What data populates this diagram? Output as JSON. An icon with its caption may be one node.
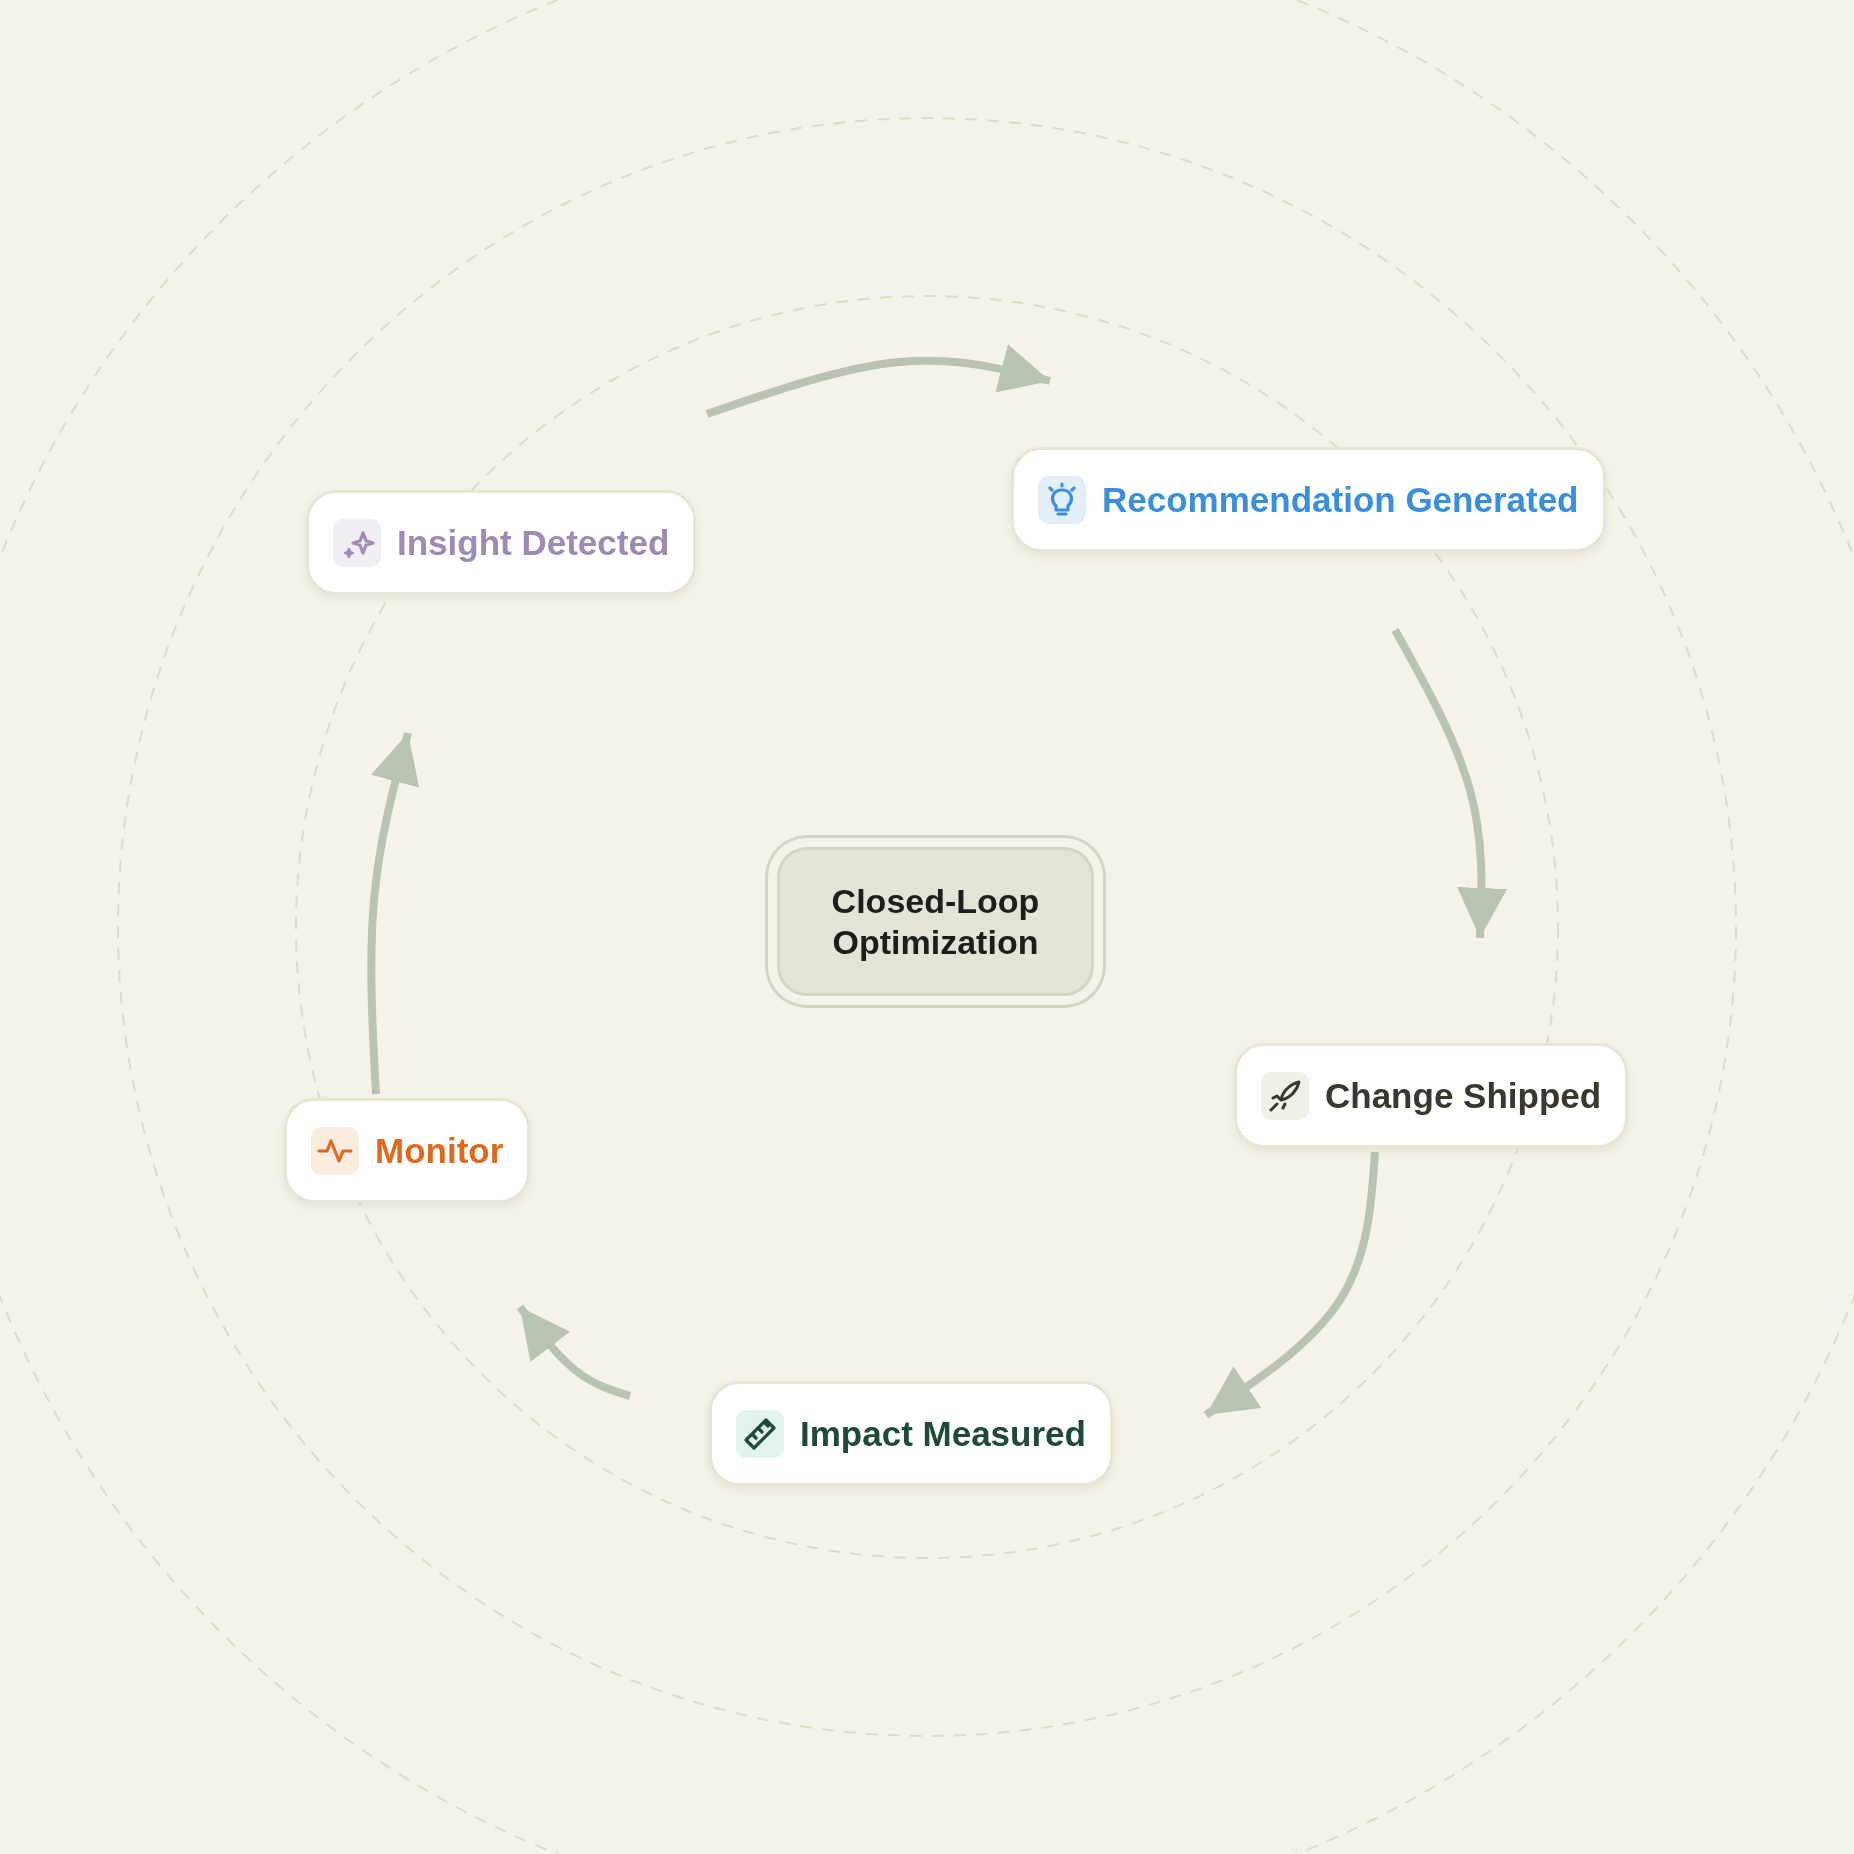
{
  "diagram": {
    "nodes": [
      {
        "text": [
          "Closed-Loop Optimization"
        ]
      },
      {
        "text": [
          "Insight Detected"
        ]
      },
      {
        "text": [
          "Recommendation Generated"
        ]
      },
      {
        "text": [
          "Change Shipped"
        ]
      },
      {
        "text": [
          "Impact Measured"
        ]
      },
      {
        "text": [
          "Monitor"
        ]
      }
    ],
    "edges": [
      {
        "from": 1,
        "to": 2,
        "arrow": "to"
      },
      {
        "from": 2,
        "to": 3,
        "arrow": "to"
      },
      {
        "from": 3,
        "to": 4,
        "arrow": "to"
      },
      {
        "from": 4,
        "to": 5,
        "arrow": "to"
      },
      {
        "from": 5,
        "to": 1,
        "arrow": "to"
      }
    ]
  }
}
